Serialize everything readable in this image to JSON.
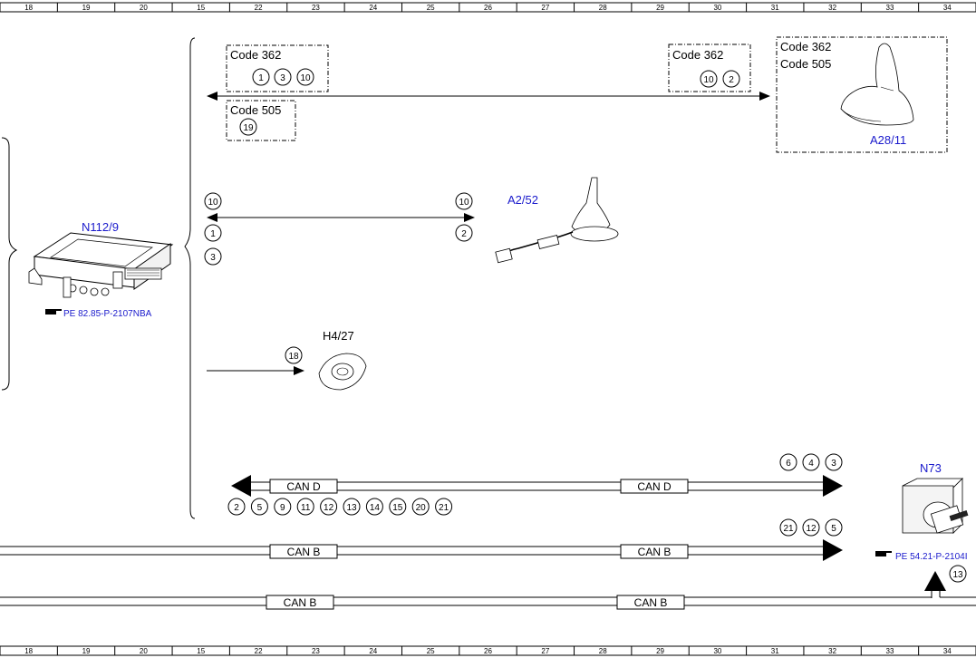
{
  "grid_top": [
    "18",
    "19",
    "20",
    "15",
    "22",
    "23",
    "24",
    "25",
    "26",
    "27",
    "28",
    "29",
    "30",
    "31",
    "32",
    "33",
    "34"
  ],
  "grid_bottom": [
    "18",
    "19",
    "20",
    "15",
    "22",
    "23",
    "24",
    "25",
    "26",
    "27",
    "28",
    "29",
    "30",
    "31",
    "32",
    "33",
    "34"
  ],
  "components": {
    "n112": {
      "label": "N112/9",
      "ref": "PE 82.85-P-2107NBA"
    },
    "a28": {
      "label": "A28/11"
    },
    "a2": {
      "label": "A2/52"
    },
    "h4": {
      "label": "H4/27"
    },
    "n73": {
      "label": "N73",
      "ref": "PE 54.21-P-2104I"
    }
  },
  "code_boxes": {
    "box1": {
      "title": "Code 362",
      "pins": [
        "1",
        "3",
        "10"
      ]
    },
    "box2": {
      "title": "Code 505",
      "pins": [
        "19"
      ]
    },
    "box3": {
      "title": "Code 362",
      "pins": [
        "10",
        "2"
      ]
    },
    "box4": {
      "line1": "Code 362",
      "line2": "Code 505"
    }
  },
  "connections": {
    "a2_left_top": "10",
    "a2_left_bottom": [
      "1",
      "3"
    ],
    "a2_right_top": "10",
    "a2_right_bottom": "2",
    "h4": "18",
    "cand_bottom": [
      "2",
      "5",
      "9",
      "11",
      "12",
      "13",
      "14",
      "15",
      "20",
      "21"
    ],
    "cand_right": [
      "6",
      "4",
      "3"
    ],
    "canb_right": [
      "21",
      "12",
      "5"
    ],
    "n73_pin": "13"
  },
  "buses": {
    "cand": "CAN D",
    "canb": "CAN B"
  },
  "icons": {
    "ref": "pointing-hand-icon"
  }
}
